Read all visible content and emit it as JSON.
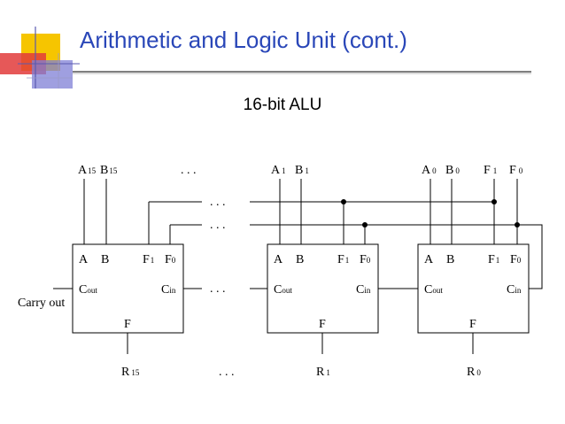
{
  "slide": {
    "title": "Arithmetic and Logic Unit (cont.)",
    "subtitle": "16-bit ALU"
  },
  "colors": {
    "title": "#2a47b8",
    "deco_yellow": "#f6c500",
    "deco_red": "#e23b3b",
    "deco_blue": "#7f7fd6",
    "deco_grid": "#9a9ac8"
  },
  "diagram": {
    "ellipsis": ". . .",
    "carry_out_label": "Carry out",
    "blocks": [
      {
        "inputs": [
          {
            "main": "A",
            "sub": "15"
          },
          {
            "main": "B",
            "sub": "15"
          }
        ],
        "outputs": [
          {
            "main": "R",
            "sub": "15"
          }
        ],
        "ports": {
          "a": "A",
          "b": "B",
          "f1": "F",
          "f1_sub": "1",
          "f0": "F",
          "f0_sub": "0",
          "cout": "C",
          "cout_sub": "out",
          "cin": "C",
          "cin_sub": "in",
          "f_out": "F"
        }
      },
      {
        "inputs": [
          {
            "main": "A",
            "sub": "1"
          },
          {
            "main": "B",
            "sub": "1"
          }
        ],
        "outputs": [
          {
            "main": "R",
            "sub": "1"
          }
        ],
        "ports": {
          "a": "A",
          "b": "B",
          "f1": "F",
          "f1_sub": "1",
          "f0": "F",
          "f0_sub": "0",
          "cout": "C",
          "cout_sub": "out",
          "cin": "C",
          "cin_sub": "in",
          "f_out": "F"
        }
      },
      {
        "inputs": [
          {
            "main": "A",
            "sub": "0"
          },
          {
            "main": "B",
            "sub": "0"
          },
          {
            "main": "F",
            "sub": "1"
          },
          {
            "main": "F",
            "sub": "0"
          }
        ],
        "outputs": [
          {
            "main": "R",
            "sub": "0"
          }
        ],
        "ports": {
          "a": "A",
          "b": "B",
          "f1": "F",
          "f1_sub": "1",
          "f0": "F",
          "f0_sub": "0",
          "cout": "C",
          "cout_sub": "out",
          "cin": "C",
          "cin_sub": "in",
          "f_out": "F"
        }
      }
    ]
  }
}
